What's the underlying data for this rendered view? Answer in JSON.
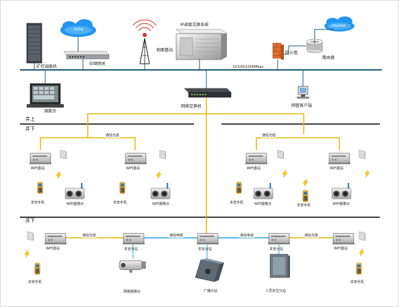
{
  "diagram": {
    "core": {
      "ip_system": "IP调度交换系统",
      "dispatcher": "矿控调度机",
      "relay_gateway": "中继网关",
      "ground_bs": "地面基站",
      "firewall": "防火墙",
      "router": "路由器",
      "pstn": "PSTN",
      "internet": "Internet",
      "bandwidth": "10/100/1000Mbps",
      "net_switch": "网络交换机",
      "console": "调度台",
      "net_client": "网管客户端"
    },
    "zones": {
      "above": "井上",
      "below1": "井下",
      "below2": "井下"
    },
    "wifi_section": {
      "fiber_label": "通信光缆",
      "bs_label": "WiFi基站",
      "phone_label": "本安手机",
      "camera_label": "WiFi摄像仪"
    },
    "wired_section": {
      "fiber_label": "通信光缆",
      "cable_label": "通信电缆",
      "station_label": "本安分站",
      "bs_label": "WiFi基站",
      "phone_label": "本安手机",
      "camera_label": "网络摄像仪",
      "broadcast_label": "广播分站",
      "personnel_label": "人员定位分站"
    },
    "colors": {
      "backbone": "#1d5a7a",
      "fiber": "#e6b800",
      "cable": "#2aa1e0",
      "cloud": "#2196f3"
    }
  }
}
